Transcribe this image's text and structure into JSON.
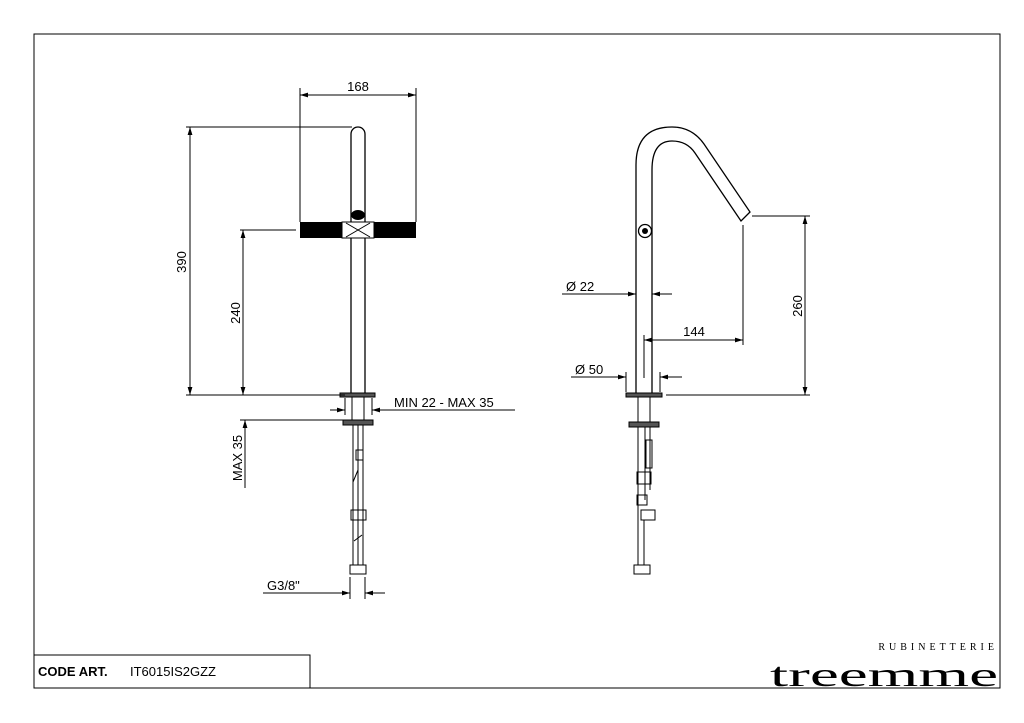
{
  "front_view": {
    "dim_width": "168",
    "dim_total_height": "390",
    "dim_handle_height": "240",
    "dim_deck_thickness": "MIN 22 - MAX 35",
    "dim_max": "MAX 35",
    "dim_connection": "G3/8\""
  },
  "side_view": {
    "dim_tube_diameter": "Ø 22",
    "dim_base_diameter": "Ø 50",
    "dim_reach": "144",
    "dim_spout_height": "260"
  },
  "title_block": {
    "code_label": "CODE ART.",
    "code_value": "IT6015IS2GZZ"
  },
  "logo": {
    "subtitle": "RUBINETTERIE",
    "brand": "treemme"
  }
}
